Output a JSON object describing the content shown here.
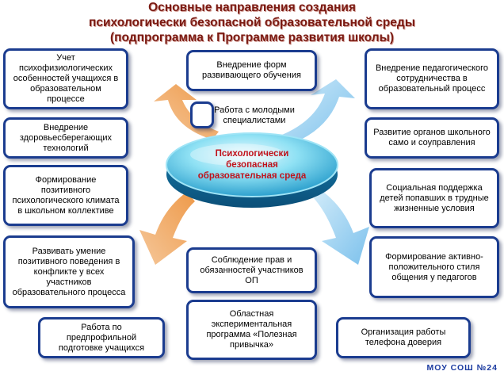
{
  "title": {
    "line1": "Основные направления создания",
    "line2": "психологически безопасной образовательной среды",
    "line3": "(подпрограмма к Программе развития школы)"
  },
  "center": {
    "label": "Психологически безопасная образовательная среда"
  },
  "left": {
    "box1": "Учет психофизиологических особенностей учащихся в образовательном процессе",
    "box2": "Внедрение здоровьесберегающих технологий",
    "box3": "Формирование позитивного психологического климата в школьном коллективе",
    "box4": "Развивать умение позитивного поведения в конфликте у всех участников образовательного процесса",
    "box5": "Работа по предпрофильной подготовке учащихся"
  },
  "middle": {
    "top": "Внедрение форм развивающего обучения",
    "young": "Работа с молодыми специалистами",
    "rights": "Соблюдение прав и обязанностей участников ОП",
    "regional": "Областная экспериментальная программа «Полезная привычка»"
  },
  "right": {
    "box1": "Внедрение педагогического сотрудничества в образовательный процесс",
    "box2": "Развитие органов школьного само и соуправления",
    "box3": "Социальная поддержка детей попавших в трудные жизненные условия",
    "box4": "Формирование активно-положительного стиля общения у педагогов",
    "box5": "Организация работы телефона доверия"
  },
  "footer": "МОУ СОШ №24",
  "colors": {
    "border": "#1b3c8f",
    "title": "#7a1a12",
    "center_text": "#c0121b",
    "arrow_left": "#f2a65c",
    "arrow_right": "#8ccbf0"
  }
}
